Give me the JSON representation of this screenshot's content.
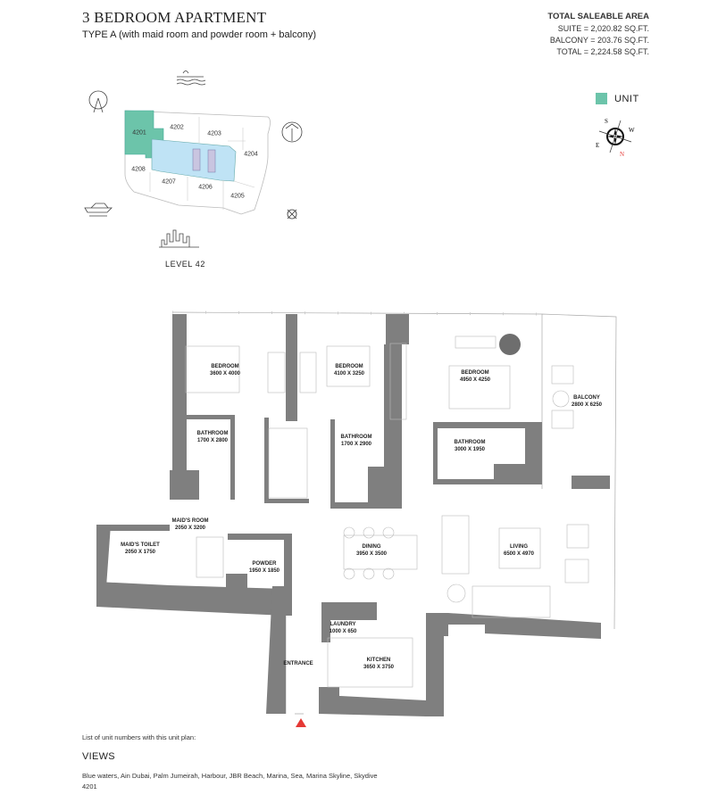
{
  "header": {
    "title": "3 BEDROOM APARTMENT",
    "subtitle": "TYPE A (with maid room and powder room + balcony)"
  },
  "area": {
    "heading": "TOTAL SALEABLE AREA",
    "suite": "SUITE = 2,020.82 SQ.FT.",
    "balcony": "BALCONY = 203.76 SQ.FT.",
    "total": "TOTAL = 2,224.58 SQ.FT."
  },
  "legend": {
    "label": "UNIT",
    "color": "#6cc4aa"
  },
  "compass": {
    "s": "S",
    "w": "W",
    "e": "E",
    "n": "N"
  },
  "key_plan": {
    "level": "LEVEL 42",
    "units": [
      "4201",
      "4202",
      "4203",
      "4204",
      "4205",
      "4206",
      "4207",
      "4208"
    ],
    "highlight_color": "#6cc4aa",
    "core_color": "#bfe3f5",
    "view_icons": [
      "ferris-wheel-icon",
      "sea-sunrise-icon",
      "palm-icon",
      "yacht-icon",
      "skyline-icon",
      "compass-icon"
    ]
  },
  "rooms": {
    "bed1": {
      "name": "BEDROOM",
      "size": "3600 X 4000"
    },
    "bed2": {
      "name": "BEDROOM",
      "size": "4100 X 3250"
    },
    "bed3": {
      "name": "BEDROOM",
      "size": "4950 X 4250"
    },
    "balcony": {
      "name": "BALCONY",
      "size": "2800 X 6250"
    },
    "bath1": {
      "name": "BATHROOM",
      "size": "1700 X 2800"
    },
    "bath2": {
      "name": "BATHROOM",
      "size": "1700 X 2900"
    },
    "bath3": {
      "name": "BATHROOM",
      "size": "3000 X 1950"
    },
    "maids_room": {
      "name": "MAID'S ROOM",
      "size": "2050 X 3200"
    },
    "maids_toilet": {
      "name": "MAID'S TOILET",
      "size": "2050 X 1750"
    },
    "powder": {
      "name": "POWDER",
      "size": "1950 X 1850"
    },
    "dining": {
      "name": "DINING",
      "size": "3950 X 3500"
    },
    "living": {
      "name": "LIVING",
      "size": "6500 X 4970"
    },
    "laundry": {
      "name": "LAUNDRY",
      "size": "1000 X 650"
    },
    "kitchen": {
      "name": "KITCHEN",
      "size": "3650 X 3750"
    },
    "entrance": {
      "name": "ENTRANCE"
    }
  },
  "footer": {
    "list_label": "List of unit numbers with this unit plan:",
    "views_heading": "VIEWS",
    "views_list": "Blue waters, Ain Dubai, Palm Jumeirah, Harbour, JBR Beach, Marina, Sea, Marina Skyline, Skydive",
    "unit_numbers": "4201"
  },
  "colors": {
    "wall": "#7f7f7f",
    "entrance_marker": "#e53935"
  }
}
